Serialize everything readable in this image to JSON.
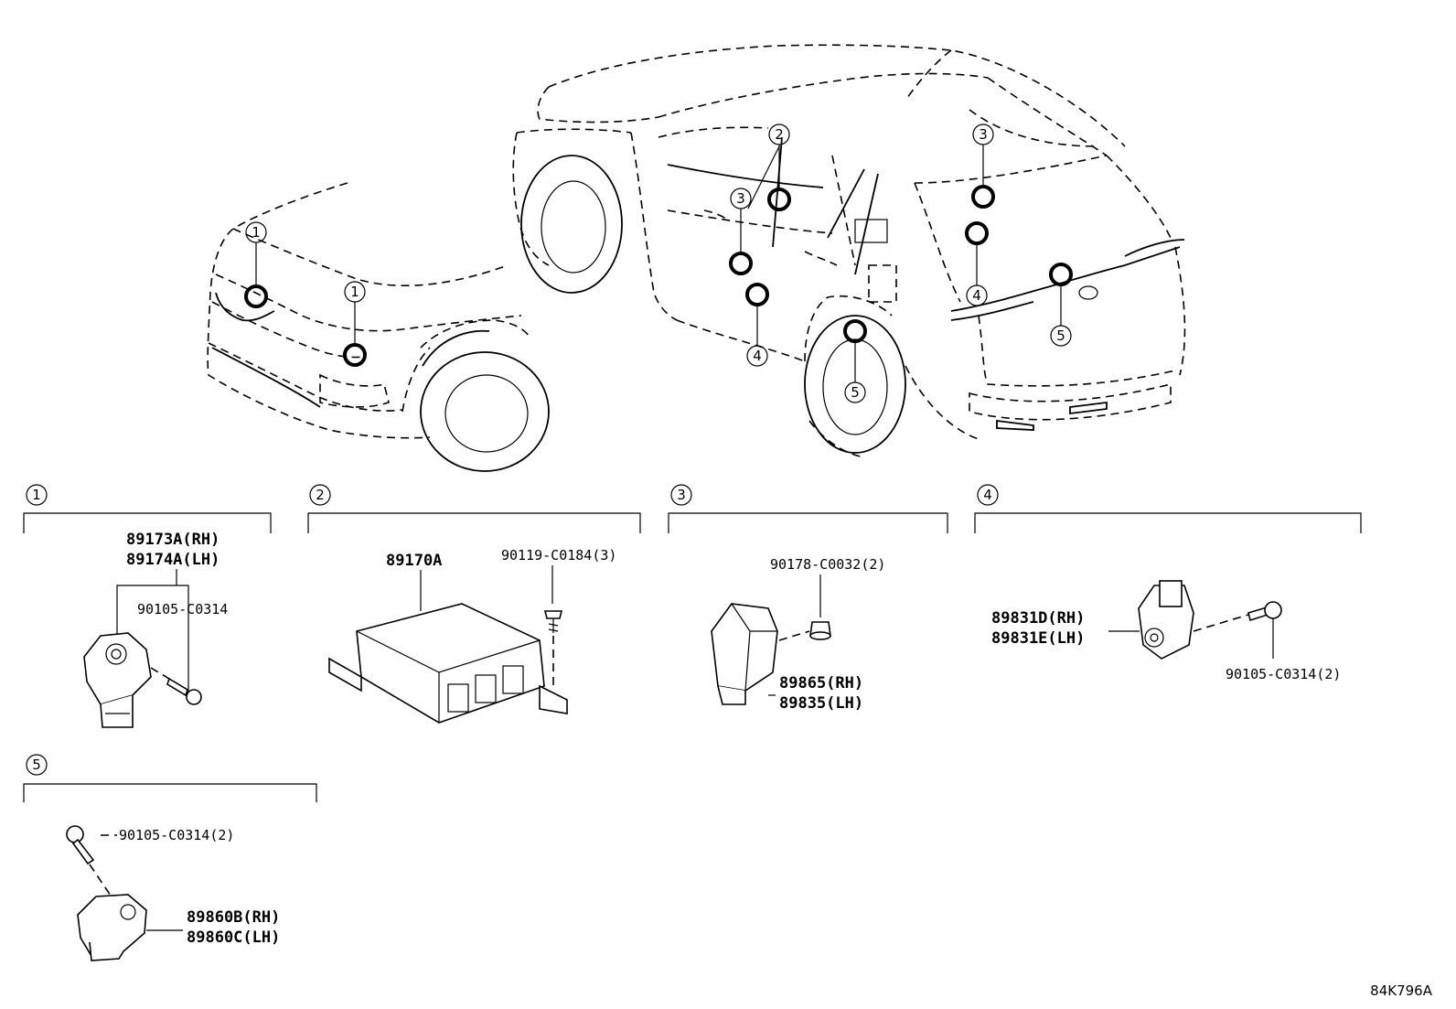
{
  "diagram_id": "84K796A",
  "callouts": {
    "c1": "1",
    "c2": "2",
    "c3": "3",
    "c4": "4",
    "c5": "5"
  },
  "groups": [
    {
      "id": "1",
      "parts": [
        {
          "label": "89173A(RH)"
        },
        {
          "label": "89174A(LH)"
        },
        {
          "label": "90105-C0314"
        }
      ]
    },
    {
      "id": "2",
      "parts": [
        {
          "label": "89170A"
        },
        {
          "label": "90119-C0184(3)"
        }
      ]
    },
    {
      "id": "3",
      "parts": [
        {
          "label": "90178-C0032(2)"
        },
        {
          "label": "89865(RH)"
        },
        {
          "label": "89835(LH)"
        }
      ]
    },
    {
      "id": "4",
      "parts": [
        {
          "label": "89831D(RH)"
        },
        {
          "label": "89831E(LH)"
        },
        {
          "label": "90105-C0314(2)"
        }
      ]
    },
    {
      "id": "5",
      "parts": [
        {
          "label": "90105-C0314(2)"
        },
        {
          "label": "89860B(RH)"
        },
        {
          "label": "89860C(LH)"
        }
      ]
    }
  ]
}
